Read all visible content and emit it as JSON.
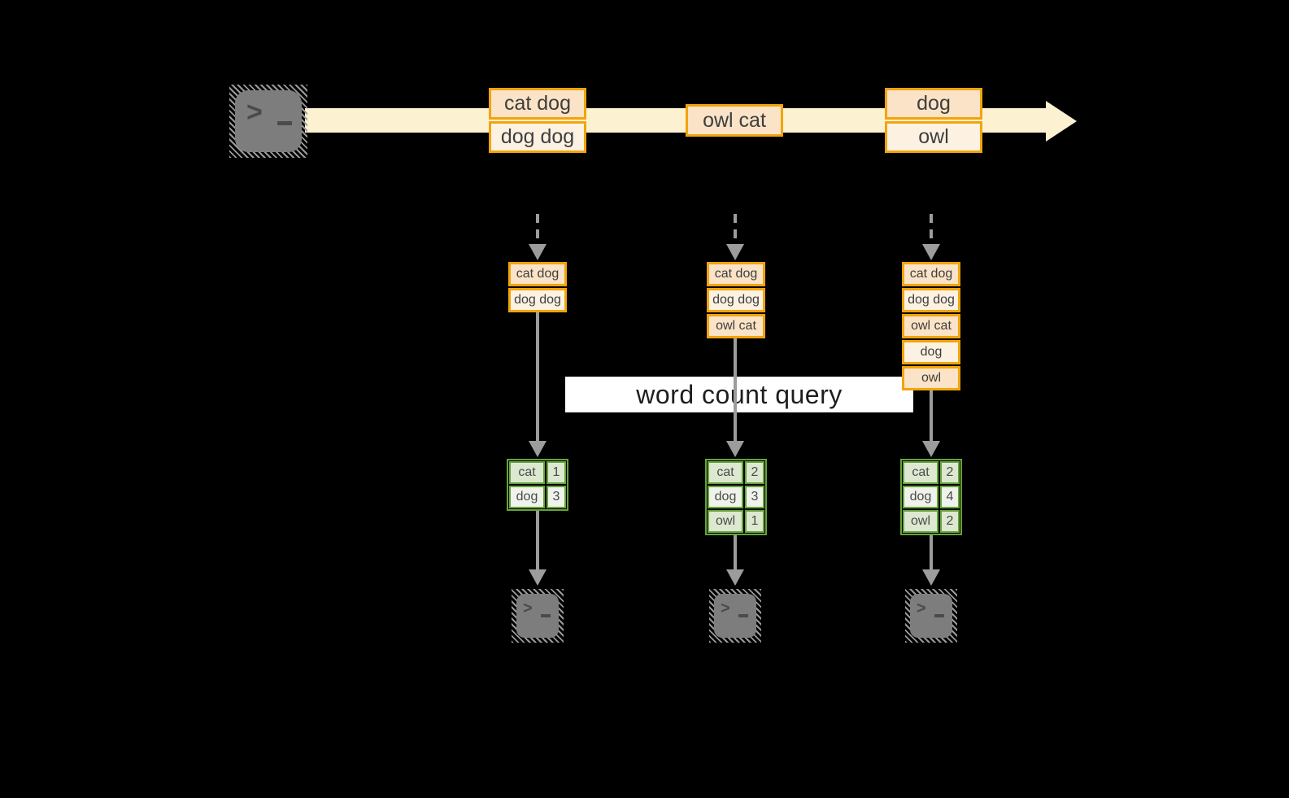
{
  "banner": {
    "label": "word count query"
  },
  "terminal_prompt": ">",
  "source": {
    "icon": "terminal-icon"
  },
  "stream_events": [
    {
      "rows": [
        "cat dog",
        "dog dog"
      ]
    },
    {
      "rows": [
        "owl cat"
      ]
    },
    {
      "rows": [
        "dog",
        "owl"
      ]
    }
  ],
  "buffers": [
    {
      "rows": [
        "cat dog",
        "dog dog"
      ]
    },
    {
      "rows": [
        "cat dog",
        "dog dog",
        "owl cat"
      ]
    },
    {
      "rows": [
        "cat dog",
        "dog dog",
        "owl cat",
        "dog",
        "owl"
      ]
    }
  ],
  "counts": [
    {
      "rows": [
        {
          "word": "cat",
          "count": "1"
        },
        {
          "word": "dog",
          "count": "3"
        }
      ]
    },
    {
      "rows": [
        {
          "word": "cat",
          "count": "2"
        },
        {
          "word": "dog",
          "count": "3"
        },
        {
          "word": "owl",
          "count": "1"
        }
      ]
    },
    {
      "rows": [
        {
          "word": "cat",
          "count": "2"
        },
        {
          "word": "dog",
          "count": "4"
        },
        {
          "word": "owl",
          "count": "2"
        }
      ]
    }
  ],
  "sinks": [
    {
      "icon": "terminal-icon"
    },
    {
      "icon": "terminal-icon"
    },
    {
      "icon": "terminal-icon"
    }
  ],
  "colors": {
    "background": "#000000",
    "stream_band": "#fcf2d1",
    "event_border": "#f2a40c",
    "event_fill_dark": "#fae3c6",
    "event_fill_light": "#fdf2e2",
    "table_border": "#67a23c",
    "table_fill_dark": "#dce8d0",
    "table_fill_light": "#eff3eb",
    "arrow_gray": "#9c9c9c",
    "terminal_gray": "#7d7d7d",
    "banner_bg": "#ffffff"
  }
}
